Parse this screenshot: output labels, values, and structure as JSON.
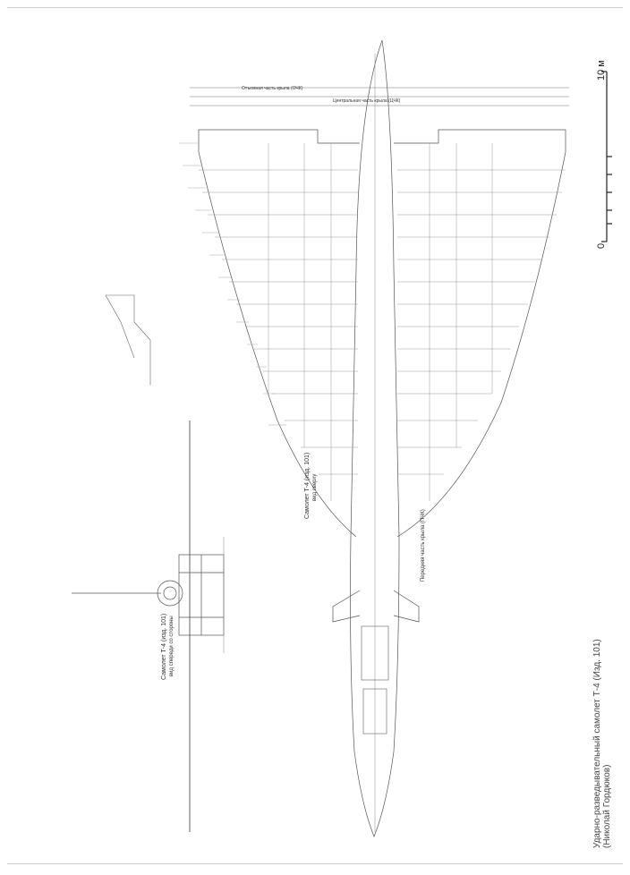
{
  "caption": {
    "title": "Ударно-разведывательный самолет Т-4 (Изд. 101)",
    "author": "(Николай Гордюков)"
  },
  "scale_bar": {
    "zero_label": "0",
    "max_label": "10 м"
  },
  "views": {
    "plan_title": "Самолет Т-4 (изд. 101)",
    "plan_subtitle": "вид сверху",
    "front_title": "Самолет Т-4 (изд. 101)",
    "front_subtitle": "вид спереди со стороны",
    "wing_root_label": "Передняя часть крыла (ПЧК)",
    "center_wing_label": "Центральная часть крыла (ЦЧК)",
    "outer_wing_label": "Отъемная часть крыла (ОЧК)"
  }
}
